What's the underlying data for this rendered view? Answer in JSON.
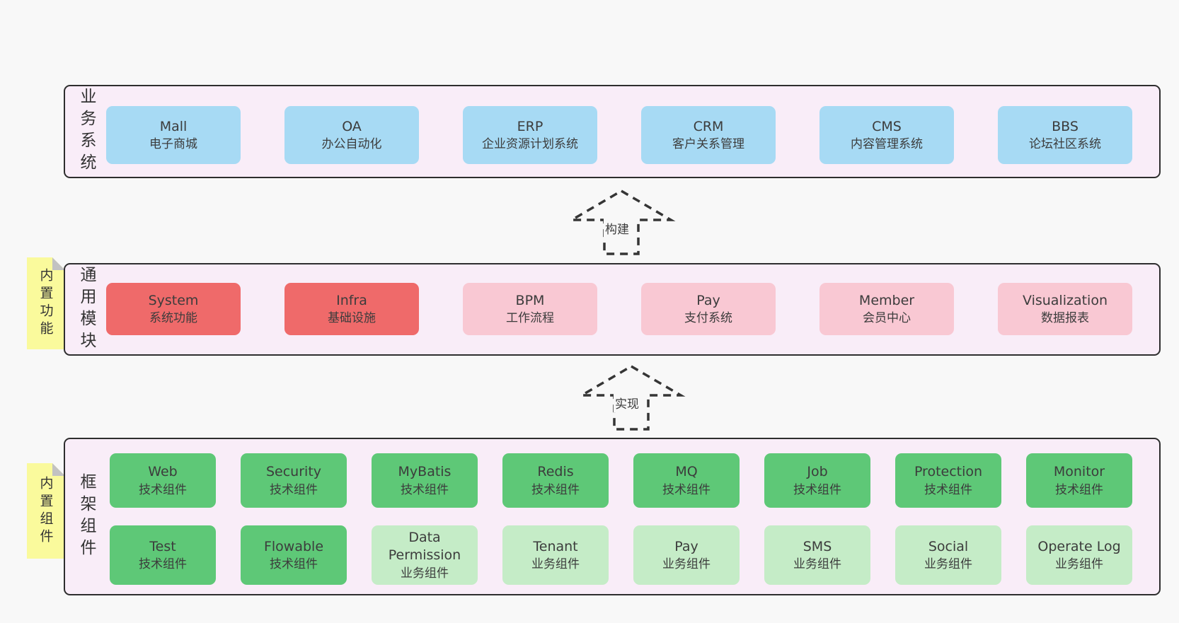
{
  "colors": {
    "page_bg": "#f8f8f8",
    "band_bg": "#f9edf8",
    "band_border": "#2e2e2e",
    "blue": "#a7daf4",
    "red": "#ef6a6a",
    "pink": "#f9c8d3",
    "green": "#5ec877",
    "green_light": "#c5ecc7",
    "sticky_yellow": "#fafa9c",
    "sticky_fold": "#c2c2c2",
    "arrow_dash": "#353535",
    "text": "#3c3c3c"
  },
  "bands": {
    "business": {
      "label": "业务系统",
      "boxes": [
        {
          "en": "Mall",
          "zh": "电子商城"
        },
        {
          "en": "OA",
          "zh": "办公自动化"
        },
        {
          "en": "ERP",
          "zh": "企业资源计划系统"
        },
        {
          "en": "CRM",
          "zh": "客户关系管理"
        },
        {
          "en": "CMS",
          "zh": "内容管理系统"
        },
        {
          "en": "BBS",
          "zh": "论坛社区系统"
        }
      ]
    },
    "modules": {
      "label": "通用模块",
      "sticky": "内置功能",
      "boxes": [
        {
          "en": "System",
          "zh": "系统功能",
          "variant": "red"
        },
        {
          "en": "Infra",
          "zh": "基础设施",
          "variant": "red"
        },
        {
          "en": "BPM",
          "zh": "工作流程",
          "variant": "pink"
        },
        {
          "en": "Pay",
          "zh": "支付系统",
          "variant": "pink"
        },
        {
          "en": "Member",
          "zh": "会员中心",
          "variant": "pink"
        },
        {
          "en": "Visualization",
          "zh": "数据报表",
          "variant": "pink"
        }
      ]
    },
    "components": {
      "label": "框架组件",
      "sticky": "内置组件",
      "row1": [
        {
          "en": "Web",
          "zh": "技术组件",
          "variant": "green"
        },
        {
          "en": "Security",
          "zh": "技术组件",
          "variant": "green"
        },
        {
          "en": "MyBatis",
          "zh": "技术组件",
          "variant": "green"
        },
        {
          "en": "Redis",
          "zh": "技术组件",
          "variant": "green"
        },
        {
          "en": "MQ",
          "zh": "技术组件",
          "variant": "green"
        },
        {
          "en": "Job",
          "zh": "技术组件",
          "variant": "green"
        },
        {
          "en": "Protection",
          "zh": "技术组件",
          "variant": "green"
        },
        {
          "en": "Monitor",
          "zh": "技术组件",
          "variant": "green"
        }
      ],
      "row2": [
        {
          "en": "Test",
          "zh": "技术组件",
          "variant": "green"
        },
        {
          "en": "Flowable",
          "zh": "技术组件",
          "variant": "green"
        },
        {
          "en": "Data Permission",
          "zh": "业务组件",
          "variant": "green-light"
        },
        {
          "en": "Tenant",
          "zh": "业务组件",
          "variant": "green-light"
        },
        {
          "en": "Pay",
          "zh": "业务组件",
          "variant": "green-light"
        },
        {
          "en": "SMS",
          "zh": "业务组件",
          "variant": "green-light"
        },
        {
          "en": "Social",
          "zh": "业务组件",
          "variant": "green-light"
        },
        {
          "en": "Operate Log",
          "zh": "业务组件",
          "variant": "green-light"
        }
      ]
    }
  },
  "arrows": [
    {
      "label": "构建"
    },
    {
      "label": "实现"
    }
  ]
}
